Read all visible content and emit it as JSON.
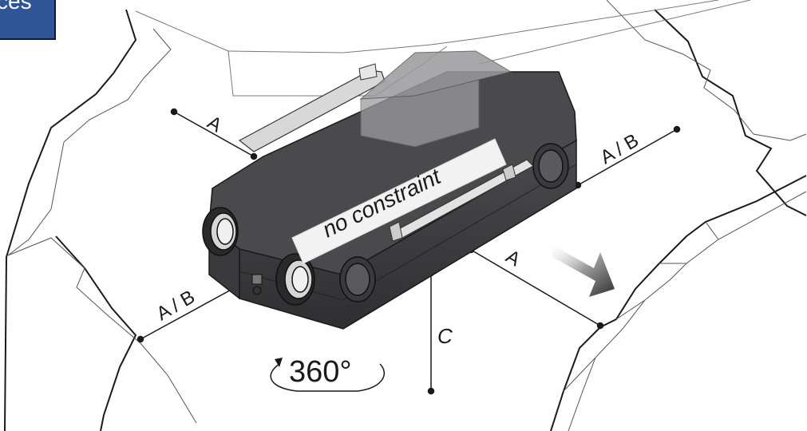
{
  "header": {
    "badge_text": "ces"
  },
  "labels": {
    "dim_a_top": "A",
    "dim_ab_right": "A / B",
    "dim_ab_left": "A / B",
    "dim_a_front": "A",
    "dim_c": "C",
    "banner": "no constraint",
    "rotation": "360°"
  },
  "colors": {
    "unit_body": "#3a3a3c",
    "unit_top": "#4a4a4c",
    "duct_box": "#8c8c8e",
    "banner_bg": "#f2f2f2",
    "arrow": "#555555",
    "badge_bg": "#2d5597"
  }
}
